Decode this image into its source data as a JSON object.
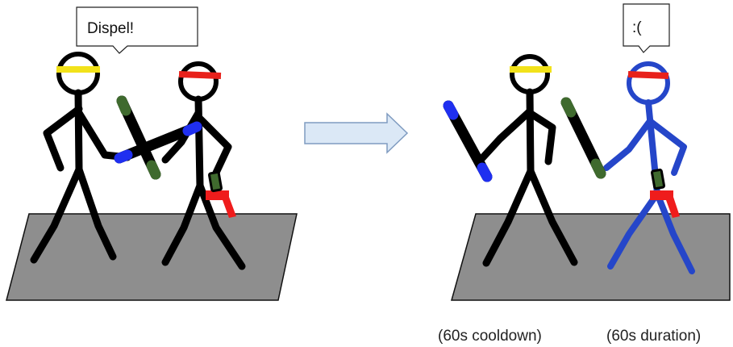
{
  "speech": {
    "left": "Dispel!",
    "right": ":("
  },
  "captions": {
    "cooldown": "(60s cooldown)",
    "duration": "(60s duration)"
  },
  "colors": {
    "floor": "#8e8e8e",
    "figure_normal": "#000000",
    "figure_dispelled": "#2546c9",
    "headband_caster": "#f2e21a",
    "headband_target": "#e8211b",
    "staff_tip_blue": "#1f2ff0",
    "staff_tip_green": "#3f6a2e",
    "belt": "#ef1c1c",
    "arrow_fill": "#dbe8f6",
    "arrow_stroke": "#7f9bc0"
  }
}
